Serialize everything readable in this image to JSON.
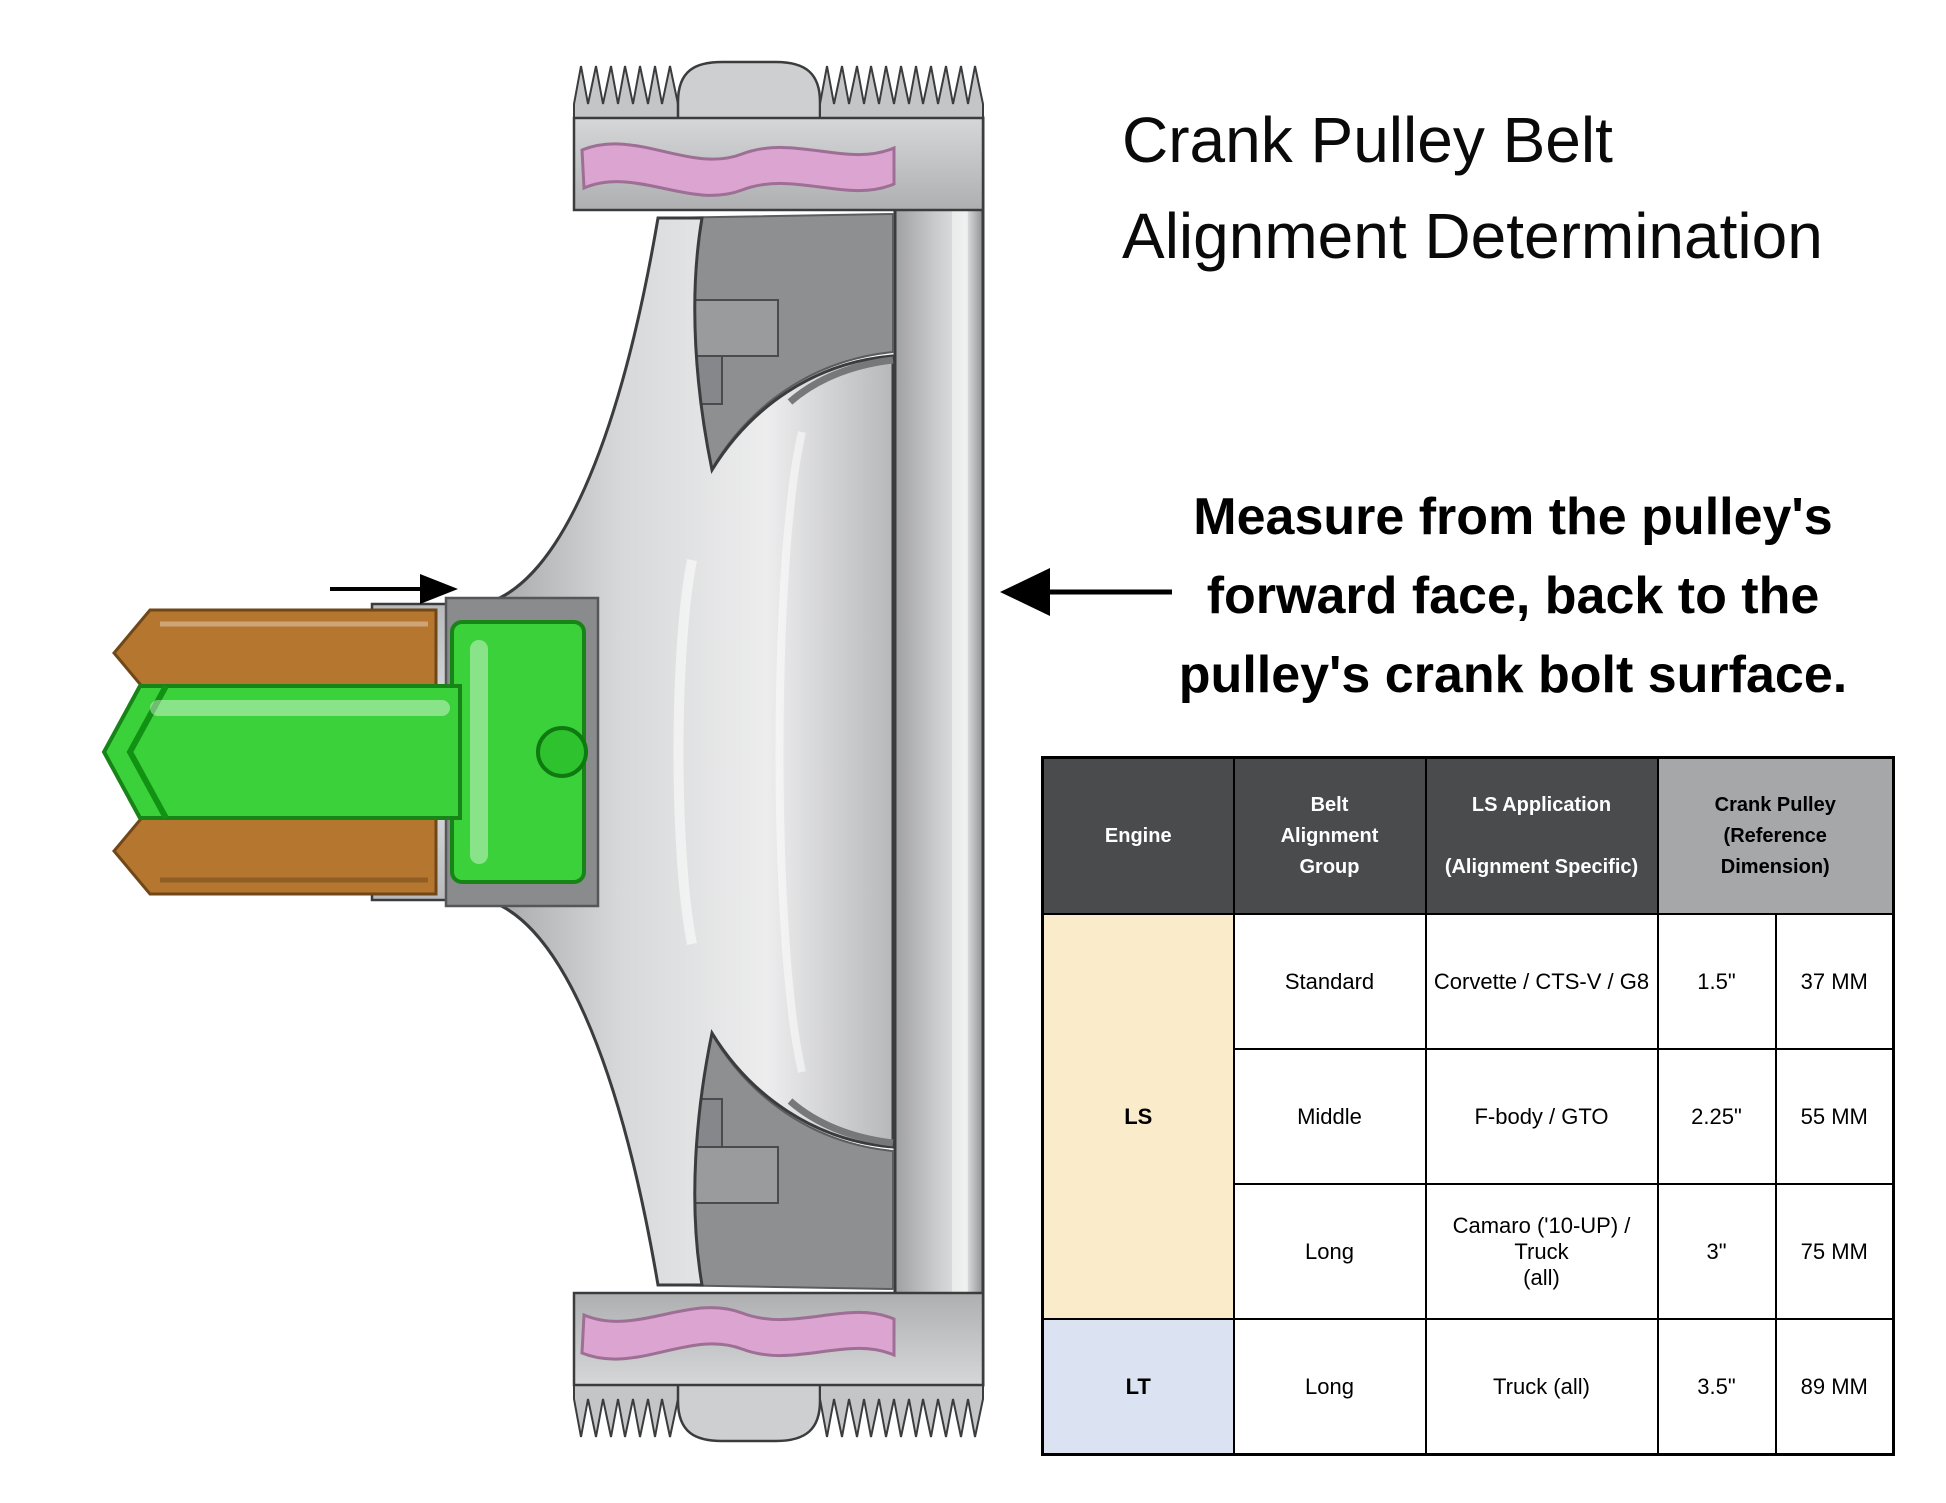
{
  "title": {
    "line1": "Crank Pulley Belt",
    "line2": "Alignment Determination"
  },
  "annotation": {
    "line1": "Measure from the pulley's",
    "line2": "forward face, back to the",
    "line3": "pulley's crank bolt surface."
  },
  "table": {
    "header": {
      "engine": "Engine",
      "belt_alignment_group": "Belt\nAlignment\nGroup",
      "ls_application": "LS Application\n\n(Alignment Specific)",
      "crank_pulley": "Crank Pulley (Reference\nDimension)"
    },
    "rows": [
      {
        "engine": "LS",
        "group": "Standard",
        "application": "Corvette / CTS-V / G8",
        "inches": "1.5\"",
        "mm": "37 MM"
      },
      {
        "group": "Middle",
        "application": "F-body / GTO",
        "inches": "2.25\"",
        "mm": "55 MM"
      },
      {
        "group": "Long",
        "application": "Camaro ('10-UP) / Truck\n(all)",
        "inches": "3\"",
        "mm": "75 MM"
      },
      {
        "engine": "LT",
        "group": "Long",
        "application": "Truck (all)",
        "inches": "3.5\"",
        "mm": "89 MM"
      }
    ],
    "colors": {
      "header_dark": "#4a4b4d",
      "header_dark_text": "#ffffff",
      "header_light": "#a6a7a9",
      "ls_bg": "#faeccb",
      "lt_bg": "#dbe2f1"
    }
  },
  "diagram": {
    "colors": {
      "metal_light": "#d7d8d9",
      "metal_mid": "#aeafb1",
      "metal_dark": "#8e8f91",
      "outline": "#3b3c3e",
      "belt_pink": "#dca4d0",
      "belt_pink_edge": "#9d6f95",
      "snout_brown": "#b5762f",
      "snout_brown_edge": "#6f4718",
      "bolt_green": "#3bd13b",
      "bolt_green_edge": "#188418",
      "arrow_black": "#000000"
    }
  }
}
